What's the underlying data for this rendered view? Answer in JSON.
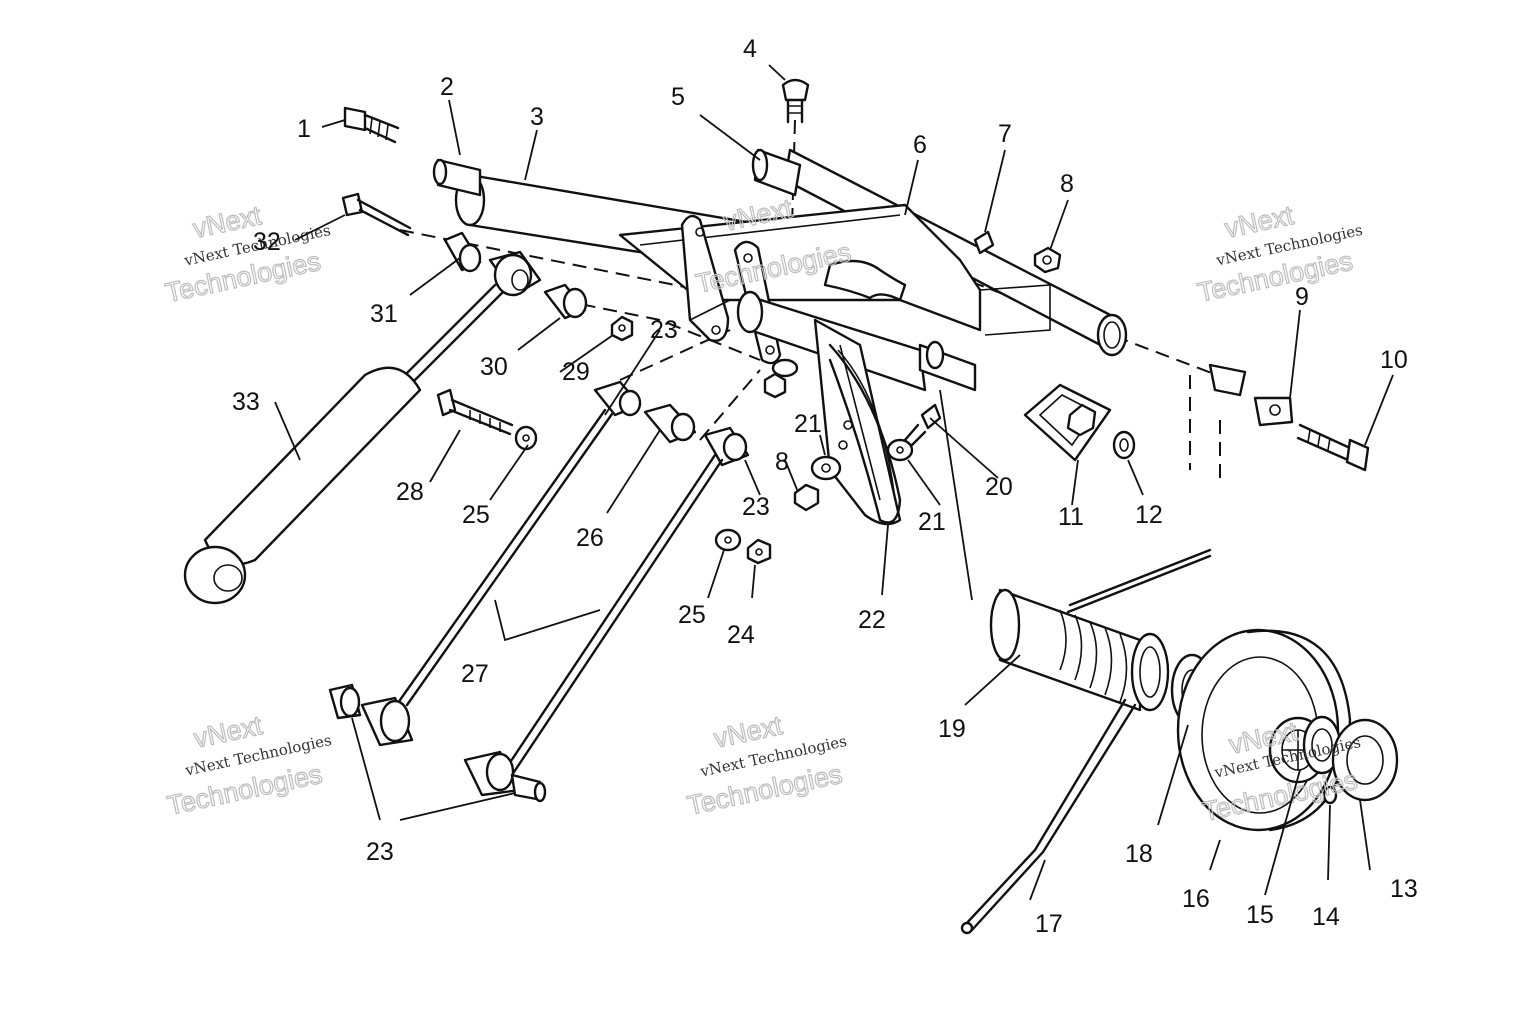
{
  "watermark": {
    "brand": "vNext",
    "line_small": "vNext Technologies",
    "line_big": "Technologies"
  },
  "callouts": {
    "c1": "1",
    "c2": "2",
    "c3": "3",
    "c4": "4",
    "c5": "5",
    "c6": "6",
    "c7": "7",
    "c8a": "8",
    "c8b": "8",
    "c9": "9",
    "c10": "10",
    "c11": "11",
    "c12": "12",
    "c13": "13",
    "c14": "14",
    "c15": "15",
    "c16": "16",
    "c17": "17",
    "c18": "18",
    "c19": "19",
    "c20": "20",
    "c21a": "21",
    "c21b": "21",
    "c22": "22",
    "c23a": "23",
    "c23b": "23",
    "c23c": "23",
    "c24": "24",
    "c25a": "25",
    "c25b": "25",
    "c26": "26",
    "c27": "27",
    "c28": "28",
    "c29": "29",
    "c30": "30",
    "c31": "31",
    "c32": "32",
    "c33": "33"
  }
}
